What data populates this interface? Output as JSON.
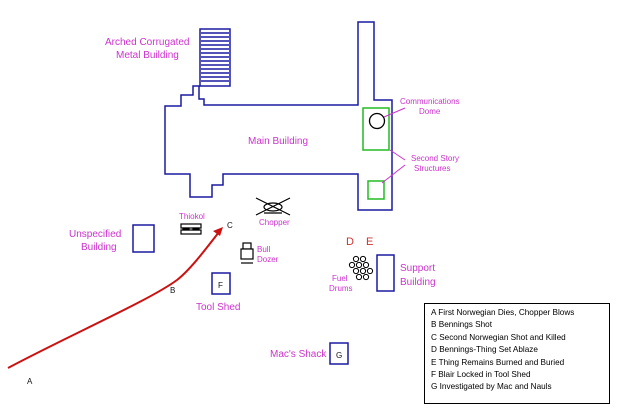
{
  "labels": {
    "arched_line1": "Arched Corrugated",
    "arched_line2": "Metal Building",
    "main_building": "Main Building",
    "comm_line1": "Communications",
    "comm_line2": "Dome",
    "second_line1": "Second Story",
    "second_line2": "Structures",
    "thiokol": "Thiokol",
    "chopper": "Chopper",
    "bull_line1": "Bull",
    "bull_line2": "Dozer",
    "unspecified_line1": "Unspecified",
    "unspecified_line2": "Building",
    "fuel_line1": "Fuel",
    "fuel_line2": "Drums",
    "support_line1": "Support",
    "support_line2": "Building",
    "tool_shed": "Tool Shed",
    "macs_shack": "Mac's Shack"
  },
  "markers": {
    "a": "A",
    "b": "B",
    "c": "C",
    "d": "D",
    "e": "E",
    "f": "F",
    "g": "G"
  },
  "legend": [
    "A  First Norwegian Dies, Chopper Blows",
    "B  Bennings Shot",
    "C  Second Norwegian Shot and Killed",
    "D  Bennings-Thing Set Ablaze",
    "E  Thing Remains Burned and Buried",
    "F  Blair Locked in Tool Shed",
    "G  Investigated by Mac and Nauls"
  ],
  "colors": {
    "building_outline": "#1a1aa0",
    "label": "#cc33cc",
    "path": "#cc1111",
    "structure": "#22bb22"
  }
}
